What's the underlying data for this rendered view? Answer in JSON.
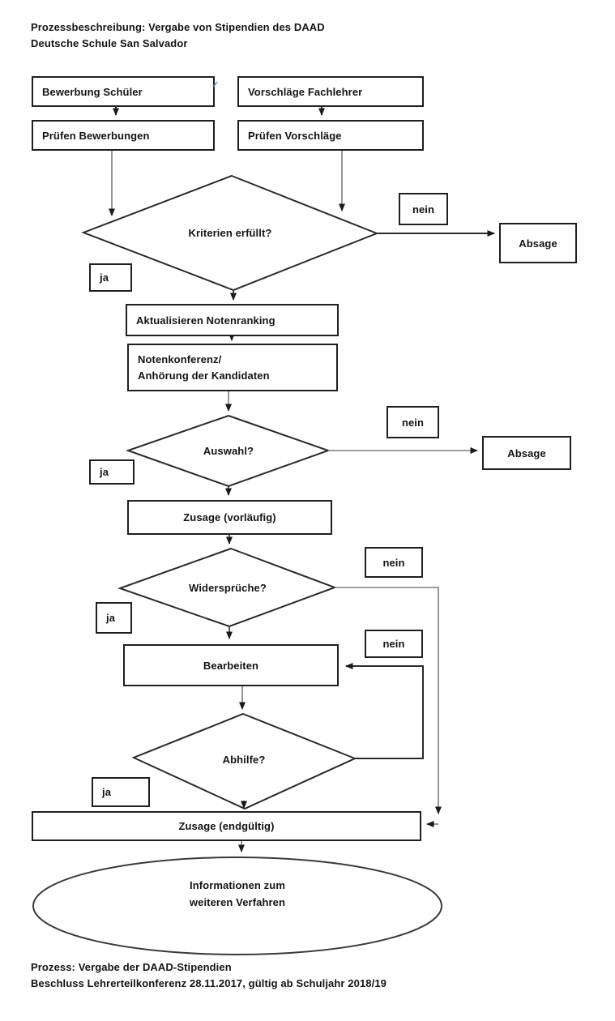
{
  "header": {
    "line1": "Prozessbeschreibung: Vergabe von Stipendien des DAAD",
    "line2": "Deutsche Schule San Salvador"
  },
  "flowchart": {
    "nodes": {
      "bewerbung": "Bewerbung Schüler",
      "vorschlaege": "Vorschläge Fachlehrer",
      "pruefen_bewerbungen": "Prüfen Bewerbungen",
      "pruefen_vorschlaege": "Prüfen Vorschläge",
      "kriterien": "Kriterien erfüllt?",
      "absage": "Absage",
      "aktualisieren": "Aktualisieren Notenranking",
      "notenkonferenz_line1": "Notenkonferenz/",
      "notenkonferenz_line2": "Anhörung der Kandidaten",
      "auswahl": "Auswahl?",
      "zusage_vorlaeufig": "Zusage (vorläufig)",
      "widersprueche": "Widersprüche?",
      "bearbeiten": "Bearbeiten",
      "abhilfe": "Abhilfe?",
      "zusage_endgueltig": "Zusage (endgültig)",
      "ellipse_line1": "Informationen zum",
      "ellipse_line2": "weiteren Verfahren"
    },
    "labels": {
      "ja": "ja",
      "nein": "nein"
    }
  },
  "icons": {
    "check": "✓"
  },
  "footer": {
    "line1": "Prozess: Vergabe der DAAD-Stipendien",
    "line2": "Beschluss Lehrerteilkonferenz 28.11.2017, gültig ab Schuljahr 2018/19"
  },
  "colors": {
    "line_dark": "#2a2a2a",
    "line_gray": "#7d7d7d",
    "text": "#141414",
    "check_blue": "#4b7fc4",
    "background": "#ffffff"
  }
}
